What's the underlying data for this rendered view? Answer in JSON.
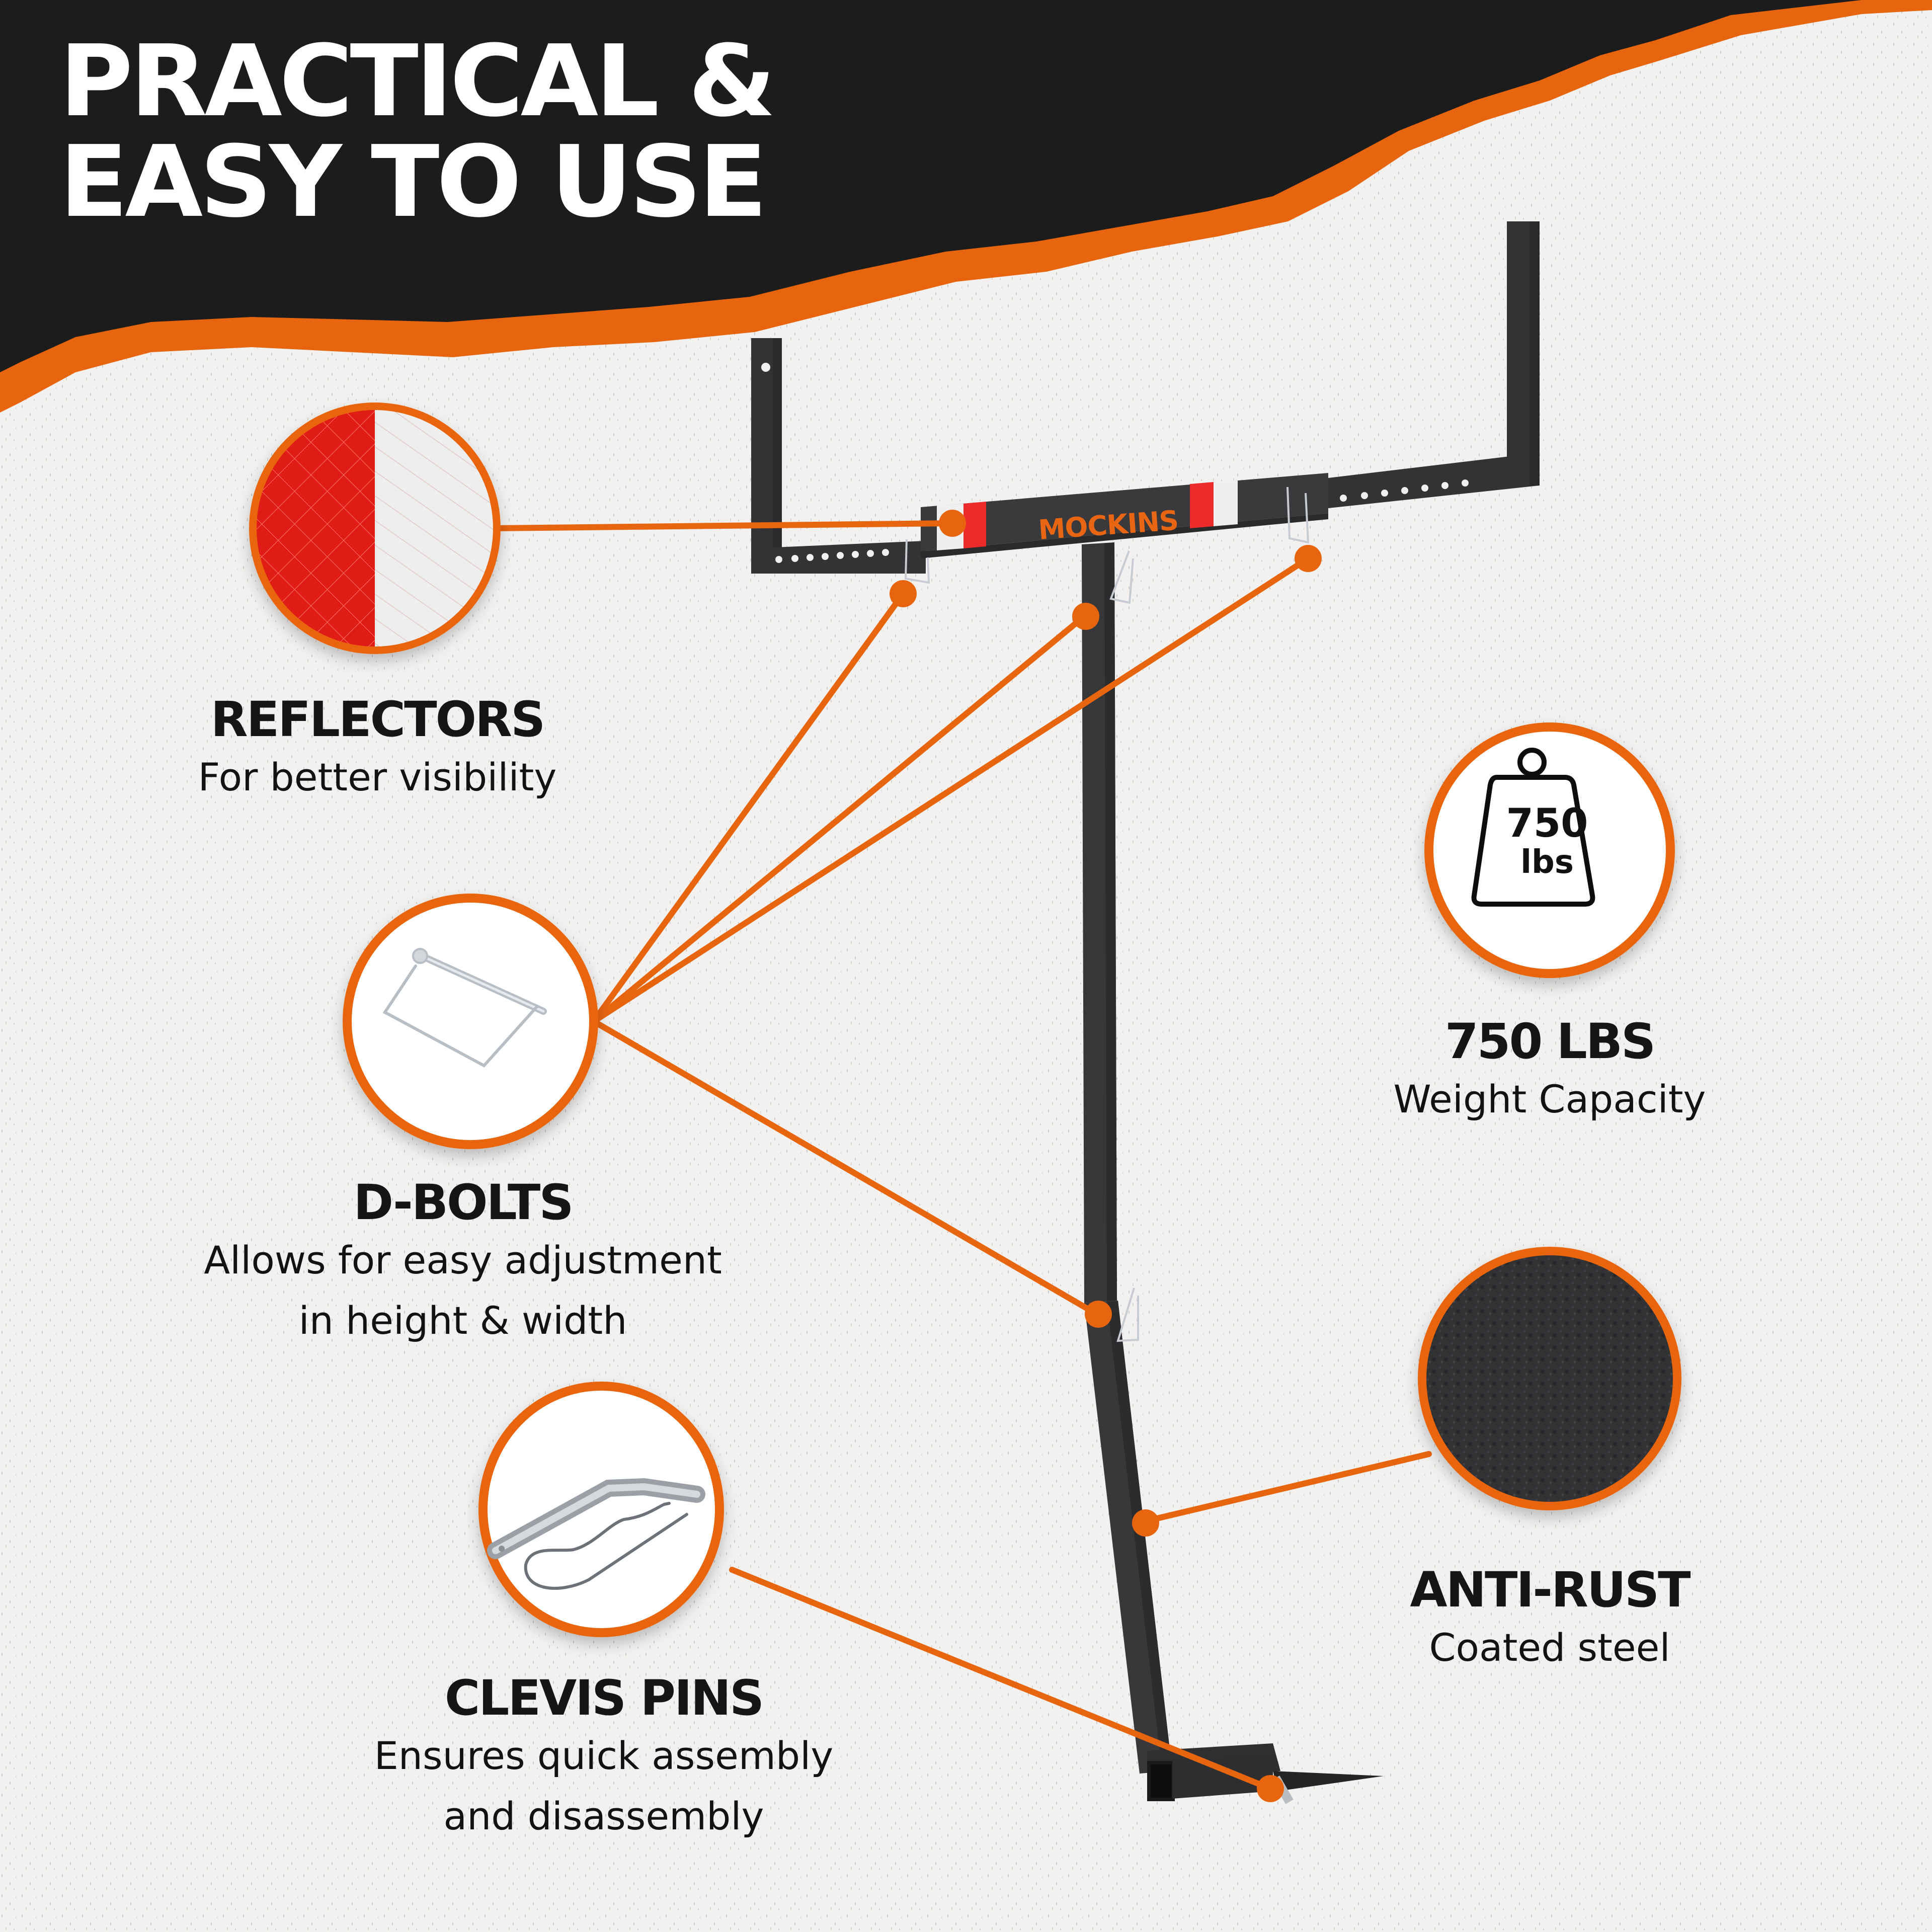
{
  "header": {
    "title_line1": "PRACTICAL &",
    "title_line2": "EASY TO USE"
  },
  "brand": {
    "name": "MOCKINS"
  },
  "features": [
    {
      "id": "reflectors",
      "title": "REFLECTORS",
      "desc_lines": [
        "For better visibility"
      ],
      "icon": "reflector-swatch-icon"
    },
    {
      "id": "weight",
      "title": "750 LBS",
      "desc_lines": [
        "Weight Capacity"
      ],
      "icon": "weight-icon",
      "badge_value": "750",
      "badge_unit": "lbs"
    },
    {
      "id": "d-bolts",
      "title": "D-BOLTS",
      "desc_lines": [
        "Allows for easy adjustment",
        "in height & width"
      ],
      "icon": "d-bolt-pin-icon"
    },
    {
      "id": "anti-rust",
      "title": "ANTI-RUST",
      "desc_lines": [
        "Coated steel"
      ],
      "icon": "textured-coating-icon"
    },
    {
      "id": "clevis-pins",
      "title": "CLEVIS PINS",
      "desc_lines": [
        "Ensures quick assembly",
        "and disassembly"
      ],
      "icon": "clevis-pin-icon"
    }
  ],
  "colors": {
    "accent_orange": "#e8650f",
    "dark_header": "#1c1c1c",
    "rack_steel": "#3a3a3c",
    "reflector_red": "#e0201a",
    "reflector_white": "#ececec",
    "background": "#f1f0ee",
    "text": "#141414"
  }
}
